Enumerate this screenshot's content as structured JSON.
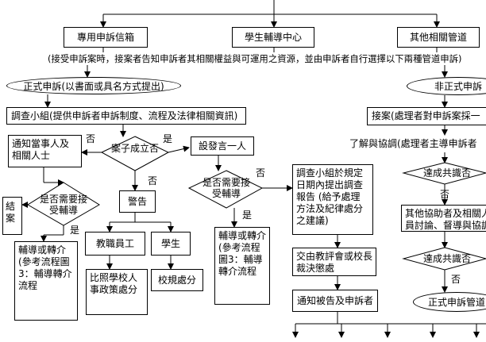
{
  "top_channels": {
    "mailbox": "專用申訴信箱",
    "student_center": "學生輔導中心",
    "other": "其他相關管道"
  },
  "instruction": "(接受申訴案時，接案者告知申訴者其相關權益與可運用之資源，並由申訴者自行選擇以下兩種管道申訴)",
  "formal": {
    "title": "正式申訴(以書面或具名方式提出)",
    "investigation": "調查小組(提供申訴者申訴制度、流程及法律相關資訊)",
    "notify": "通知當事人及相關人士",
    "established": "案子成立否",
    "yes": "是",
    "no": "否",
    "need_counsel_1": "是否需要接受輔導",
    "close_case": "結案",
    "counsel_referral_1": "輔導或轉介(參考流程圖3：輔導轉介流程",
    "warning": "警告",
    "staff": "教職員工",
    "student": "學生",
    "personnel": "比照學校人事政策處分",
    "discipline": "校規處分",
    "committee": "設發言一人",
    "need_counsel_2": "是否需要接受輔導",
    "counsel_referral_2": "輔導或轉介(參考流程圖3：輔導轉介流程",
    "report": "調查小組於規定日期內提出調查報告 (給予處理方法及紀律處分之建議)",
    "review": "交由教評會或校長裁決懲處",
    "notify_parties": "通知被告及申訴者"
  },
  "informal": {
    "title": "非正式申訴",
    "accept": "接案(處理者對申訴案採一",
    "understand": "了解與協調(處理者主導申訴者",
    "consensus_1": "達成共識否",
    "no": "否",
    "assist": "其他協助者及相關人員討論、督導與協調",
    "consensus_2": "達成共識否",
    "formal_path": "正式申訴管道"
  }
}
